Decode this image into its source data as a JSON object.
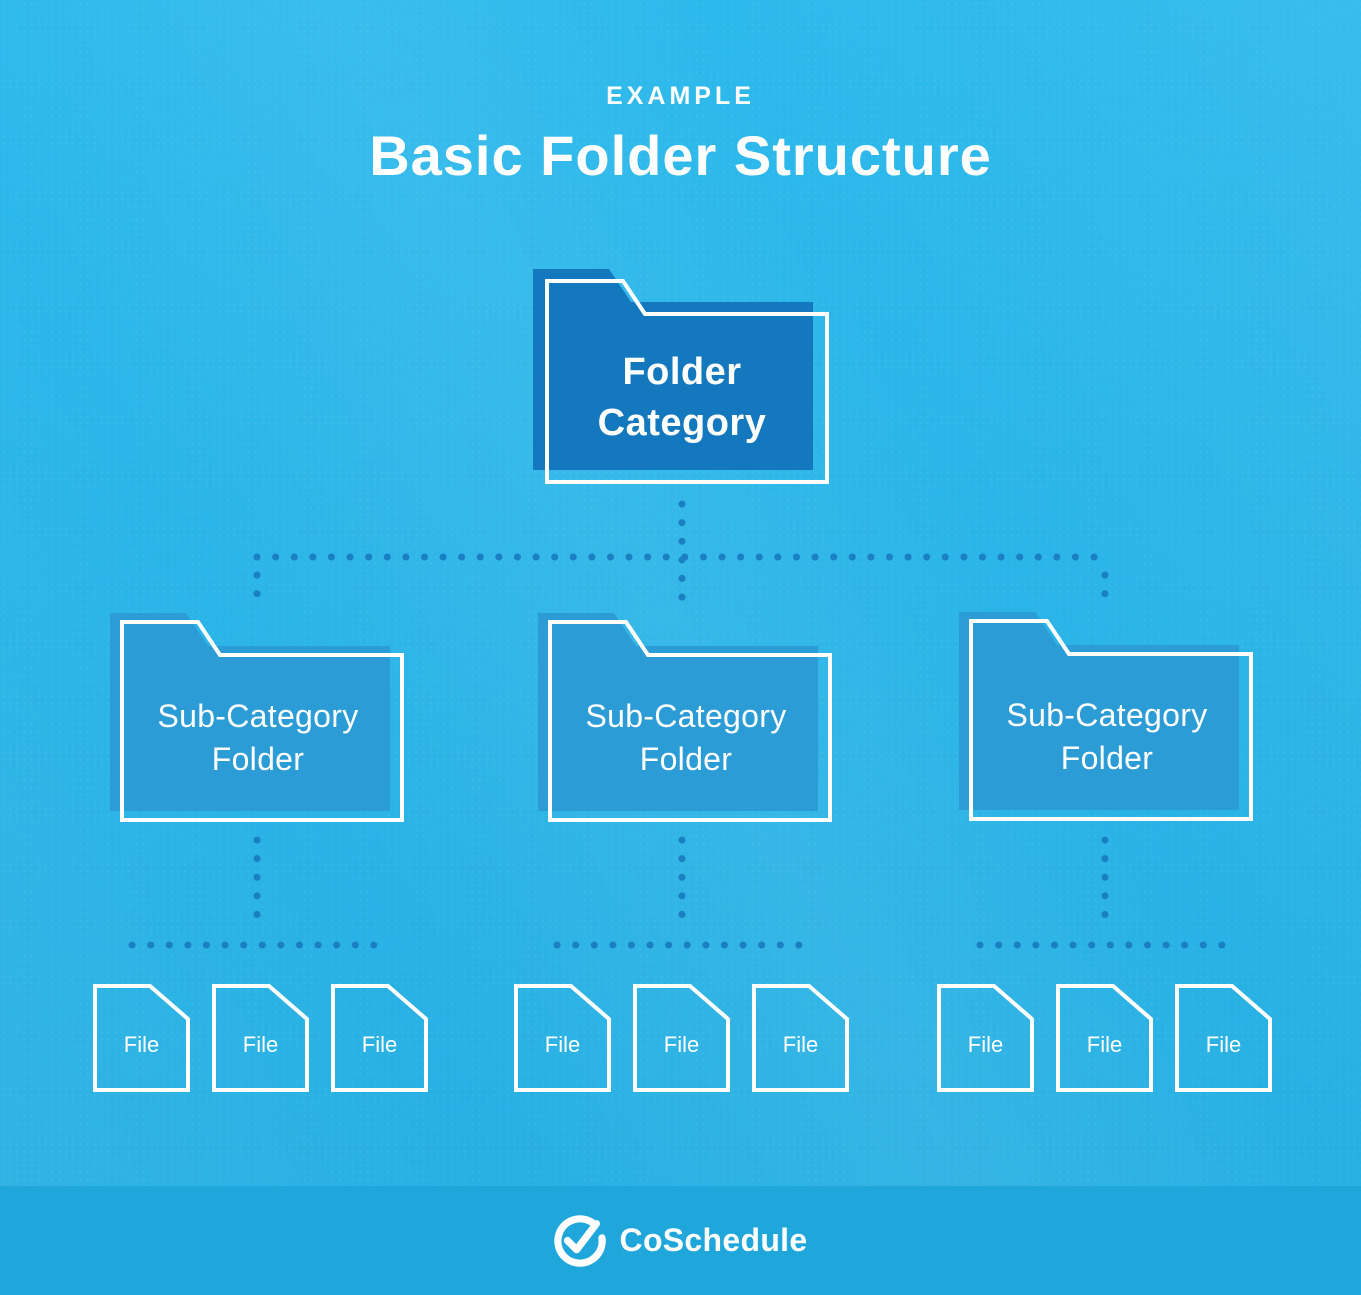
{
  "header": {
    "eyebrow": "EXAMPLE",
    "title": "Basic Folder Structure"
  },
  "diagram": {
    "root_folder": {
      "label": [
        "Folder",
        "Category"
      ]
    },
    "subfolders": [
      {
        "label": [
          "Sub-Category",
          "Folder"
        ],
        "files": [
          "File",
          "File",
          "File"
        ]
      },
      {
        "label": [
          "Sub-Category",
          "Folder"
        ],
        "files": [
          "File",
          "File",
          "File"
        ]
      },
      {
        "label": [
          "Sub-Category",
          "Folder"
        ],
        "files": [
          "File",
          "File",
          "File"
        ]
      }
    ]
  },
  "footer": {
    "brand": "CoSchedule"
  },
  "colors": {
    "background": "#29B4E7",
    "root_folder_fill": "#1478BE",
    "subfolder_fill": "#2C9CD6",
    "connector_dots": "#1A80C3",
    "footer_band": "#1FA7DC",
    "text": "#FFFFFF"
  }
}
